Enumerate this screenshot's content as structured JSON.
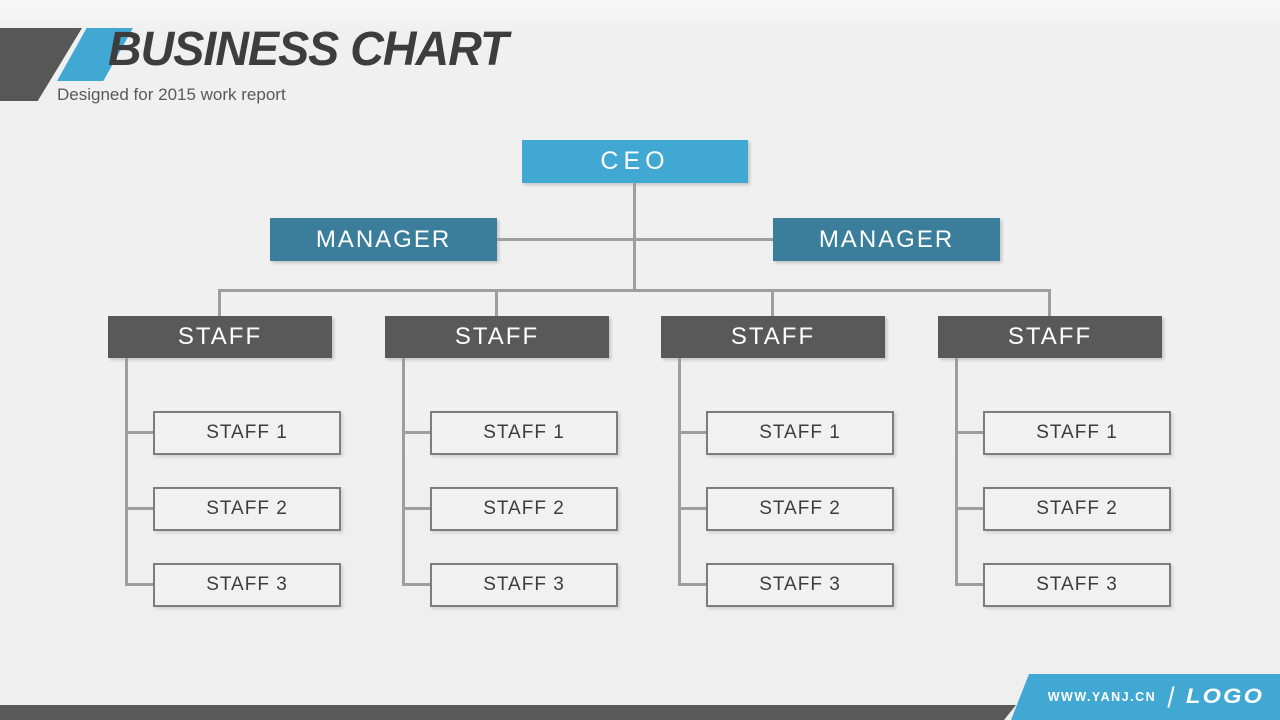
{
  "slide": {
    "title": "BUSINESS CHART",
    "subtitle": "Designed for 2015 work report"
  },
  "org_chart": {
    "ceo": {
      "label": "CEO"
    },
    "managers": [
      {
        "label": "MANAGER"
      },
      {
        "label": "MANAGER"
      }
    ],
    "teams": [
      {
        "label": "STAFF",
        "members": [
          "STAFF 1",
          "STAFF 2",
          "STAFF 3"
        ]
      },
      {
        "label": "STAFF",
        "members": [
          "STAFF 1",
          "STAFF 2",
          "STAFF 3"
        ]
      },
      {
        "label": "STAFF",
        "members": [
          "STAFF 1",
          "STAFF 2",
          "STAFF 3"
        ]
      },
      {
        "label": "STAFF",
        "members": [
          "STAFF 1",
          "STAFF 2",
          "STAFF 3"
        ]
      }
    ]
  },
  "footer": {
    "website": "WWW.YANJ.CN",
    "logo": "LOGO"
  },
  "colors": {
    "accent_blue": "#41a8d4",
    "teal": "#3a7e9c",
    "dark_gray": "#595959",
    "connector_gray": "#9e9e9e",
    "background": "#efefef"
  }
}
